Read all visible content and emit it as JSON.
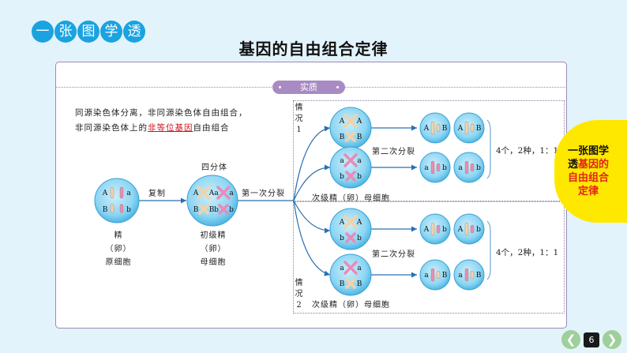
{
  "brand": [
    "一",
    "张",
    "图",
    "学",
    "透"
  ],
  "title": "基因的自由组合定律",
  "section_label": "实质",
  "intro": {
    "part1": "同源染色体分离，非同源染色体自由组合，非同源染色体上的",
    "highlight": "非等位基因",
    "part2": "自由组合"
  },
  "labels": {
    "copy": "复制",
    "tetrad": "四分体",
    "first_division": "第一次分裂",
    "second_division": "第二次分裂",
    "primordial": [
      "精",
      "（卵）",
      "原细胞"
    ],
    "primary": [
      "初级精",
      "（卵）",
      "母细胞"
    ],
    "secondary": "次级精（卵）母细胞",
    "case1": [
      "情",
      "况",
      "1"
    ],
    "case2": [
      "情",
      "况",
      "2"
    ]
  },
  "results": {
    "case1": "4个，2种，1：1",
    "case2": "4个，2种，1：1"
  },
  "genes": {
    "primordial": [
      "A",
      "a",
      "B",
      "b"
    ],
    "primary": [
      "A",
      "A",
      "a",
      "a",
      "B",
      "B",
      "b",
      "b"
    ],
    "case1_sec1": [
      "A",
      "A",
      "B",
      "B"
    ],
    "case1_sec2": [
      "a",
      "a",
      "b",
      "b"
    ],
    "case2_sec1": [
      "A",
      "A",
      "b",
      "b"
    ],
    "case2_sec2": [
      "a",
      "a",
      "B",
      "B"
    ],
    "gametes": [
      [
        "A",
        "B"
      ],
      [
        "A",
        "B"
      ],
      [
        "a",
        "b"
      ],
      [
        "a",
        "b"
      ],
      [
        "A",
        "b"
      ],
      [
        "A",
        "b"
      ],
      [
        "a",
        "B"
      ],
      [
        "a",
        "B"
      ]
    ]
  },
  "badge": {
    "line1": "一张图学",
    "line2a": "透",
    "line2b": "基因的",
    "line3": "自由组合",
    "line4": "定律"
  },
  "pager": {
    "prev": "❮",
    "page": "6",
    "next": "❯"
  },
  "colors": {
    "brand_blue": "#1aa3e0",
    "pill_purple": "#a78bc2",
    "highlight_red": "#d0121b",
    "badge_yellow": "#ffe800",
    "cell_blue": "#7fd0f0",
    "arrow_blue": "#2a6fb0",
    "chrom_orange": "#f2d2a8",
    "chrom_pink": "#e88bb8"
  }
}
